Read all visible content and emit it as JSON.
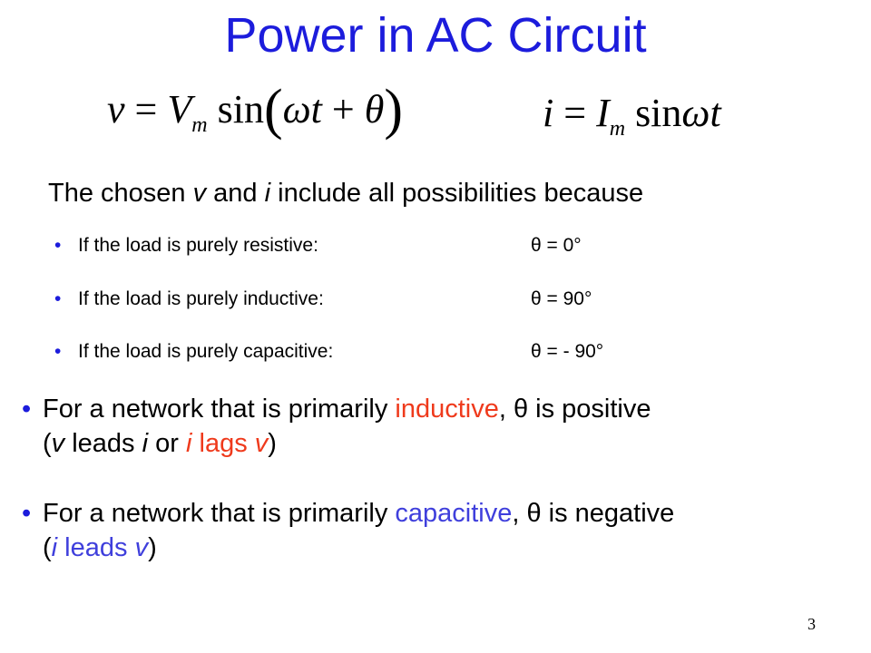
{
  "title": "Power in AC Circuit",
  "equations": {
    "v": {
      "lhs": "v",
      "eq": "=",
      "amp": "V",
      "amp_sub": "m",
      "func": "sin",
      "lparen": "(",
      "omega_t": "ωt",
      "plus": "+",
      "theta": "θ",
      "rparen": ")"
    },
    "i": {
      "lhs": "i",
      "eq": "=",
      "amp": "I",
      "amp_sub": "m",
      "func": "sin",
      "omega_t": "ωt"
    }
  },
  "intro": {
    "part1": "The chosen ",
    "v": "v",
    "part2": " and ",
    "i": "i",
    "part3": " include all possibilities because"
  },
  "cases": [
    {
      "bullet": "•",
      "label": "If the load is purely resistive:",
      "value": "θ = 0°"
    },
    {
      "bullet": "•",
      "label": "If the load is purely inductive:",
      "value": "θ = 90°"
    },
    {
      "bullet": "•",
      "label": "If the load is purely capacitive:",
      "value": "θ = - 90°"
    }
  ],
  "bullets": [
    {
      "bullet": "•",
      "line1_a": "For a network that is primarily ",
      "line1_highlight": "inductive",
      "line1_b": ",  θ is positive",
      "line2_open": "(",
      "line2_v": "v",
      "line2_mid": " leads ",
      "line2_i": "i",
      "line2_or": " or ",
      "line2_hl_i": "i",
      "line2_hl_text": " lags ",
      "line2_hl_v": "v",
      "line2_close": ")"
    },
    {
      "bullet": "•",
      "line1_a": "For a network that is primarily ",
      "line1_highlight": "capacitive",
      "line1_b": ",  θ is negative",
      "line2_open": "(",
      "line2_hl_i": "i",
      "line2_hl_text": " leads ",
      "line2_hl_v": "v",
      "line2_close": ")"
    }
  ],
  "page_number": "3",
  "colors": {
    "title": "#1c1cdc",
    "inductive": "#ef3a1c",
    "capacitive": "#3f3fdc",
    "bullet": "#1c1cdc"
  }
}
